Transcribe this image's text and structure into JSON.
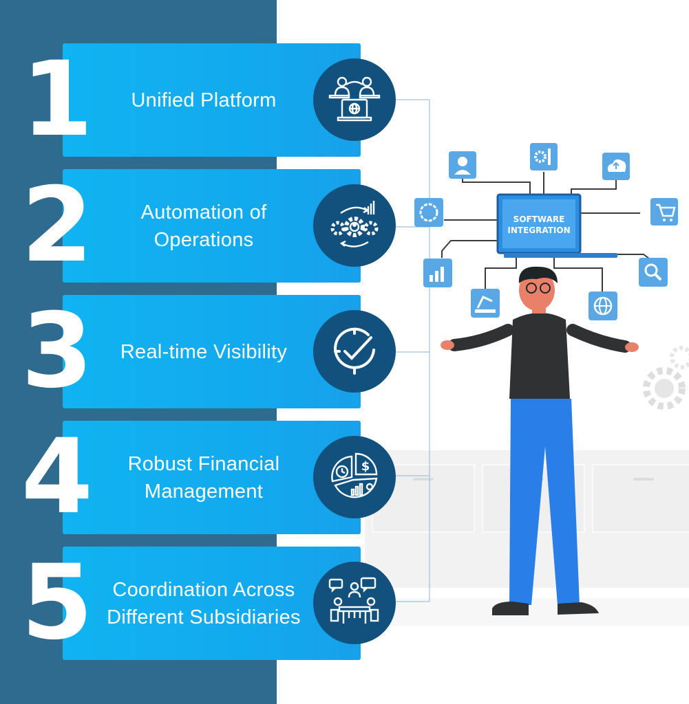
{
  "items": [
    {
      "number": "1",
      "title_lines": [
        "Unified Platform"
      ],
      "icon": "people-laptop-globe-icon"
    },
    {
      "number": "2",
      "title_lines": [
        "Automation of",
        "Operations"
      ],
      "icon": "gears-cycle-icon"
    },
    {
      "number": "3",
      "title_lines": [
        "Real-time Visibility"
      ],
      "icon": "checkmark-timer-icon"
    },
    {
      "number": "4",
      "title_lines": [
        "Robust Financial",
        "Management"
      ],
      "icon": "pie-chart-dollar-icon"
    },
    {
      "number": "5",
      "title_lines": [
        "Coordination Across",
        "Different Subsidiaries"
      ],
      "icon": "meeting-table-icon"
    }
  ],
  "illustration": {
    "screen_lines": [
      "SOFTWARE",
      "INTEGRATION"
    ],
    "icons": [
      "user-icon",
      "settings-tools-icon",
      "cloud-upload-icon",
      "loading-icon",
      "cart-icon",
      "bar-chart-icon",
      "magnifier-icon",
      "robot-arm-icon",
      "globe-icon"
    ]
  },
  "colors": {
    "left_panel": "#2e6b8e",
    "card": "#12aaee",
    "badge": "#12517d",
    "tile": "#5aa7e6"
  }
}
